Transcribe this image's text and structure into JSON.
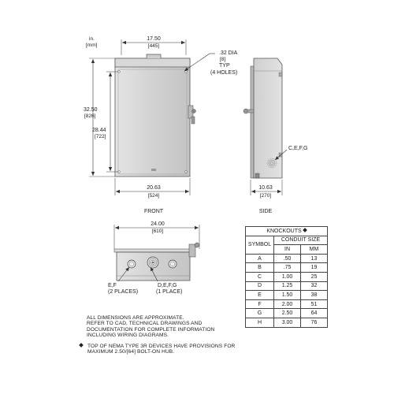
{
  "units": {
    "top": "in.",
    "bottom": "[mm]"
  },
  "front_view": {
    "label": "FRONT",
    "width_in": "17.50",
    "width_mm": "[445]",
    "height_total_in": "32.50",
    "height_total_mm": "[826]",
    "height_mount_in": "28.44",
    "height_mount_mm": "[722]",
    "width_flange_in": "20.63",
    "width_flange_mm": "[524]",
    "hole_dia_in": ".32 DIA",
    "hole_dia_mm": "[8]",
    "hole_typ": "TYP",
    "hole_count": "(4 HOLES)"
  },
  "side_view": {
    "label": "SIDE",
    "depth_in": "10.63",
    "depth_mm": "[270]",
    "knockout_label": "C,E,F,G"
  },
  "bottom_view": {
    "width_in": "24.00",
    "width_mm": "[610]",
    "left_knockout": "E,F",
    "left_knockout_places": "(2 PLACES)",
    "center_knockout": "D,E,F,G",
    "center_knockout_places": "(1 PLACE)"
  },
  "knockouts_table": {
    "title": "KNOCKOUTS",
    "col_symbol": "SYMBOL",
    "col_conduit": "CONDUIT SIZE",
    "col_in": "IN",
    "col_mm": "MM",
    "rows": [
      {
        "symbol": "A",
        "in": ".50",
        "mm": "13"
      },
      {
        "symbol": "B",
        "in": ".75",
        "mm": "19"
      },
      {
        "symbol": "C",
        "in": "1.00",
        "mm": "25"
      },
      {
        "symbol": "D",
        "in": "1.25",
        "mm": "32"
      },
      {
        "symbol": "E",
        "in": "1.50",
        "mm": "38"
      },
      {
        "symbol": "F",
        "in": "2.00",
        "mm": "51"
      },
      {
        "symbol": "G",
        "in": "2.50",
        "mm": "64"
      },
      {
        "symbol": "H",
        "in": "3.00",
        "mm": "76"
      }
    ]
  },
  "notes": {
    "approx_1": "ALL DIMENSIONS ARE APPROXIMATE.",
    "approx_2": "REFER TO CAD, TECHNICAL DRAWINGS AND",
    "approx_3": "DOCUMENTATION FOR COMPLETE INFORMATION",
    "approx_4": "INCLUDING WIRING DIAGRAMS.",
    "hub_1": "TOP OF NEMA TYPE 3R DEVICES HAVE PROVISIONS FOR",
    "hub_2": "MAXIMUM 2.50/[64] BOLT-ON HUB."
  }
}
